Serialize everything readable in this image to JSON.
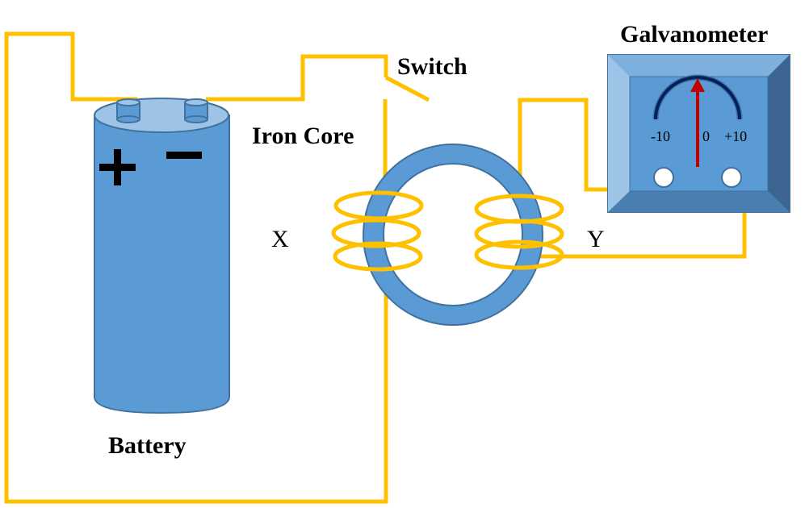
{
  "labels": {
    "galvanometer": "Galvanometer",
    "switch": "Switch",
    "iron_core": "Iron Core",
    "battery": "Battery",
    "coil_x": "X",
    "coil_y": "Y"
  },
  "battery": {
    "positive_symbol": "+",
    "negative_symbol": "−"
  },
  "galvanometer": {
    "scale_min": "-10",
    "scale_zero": "0",
    "scale_max": "+10",
    "needle_reading": 0
  },
  "switch": {
    "state": "open"
  },
  "colors": {
    "wire": "#FFC000",
    "component_fill": "#5B9BD5",
    "component_stroke": "#41719C",
    "needle": "#C00000",
    "dial_arc": "#002060"
  }
}
